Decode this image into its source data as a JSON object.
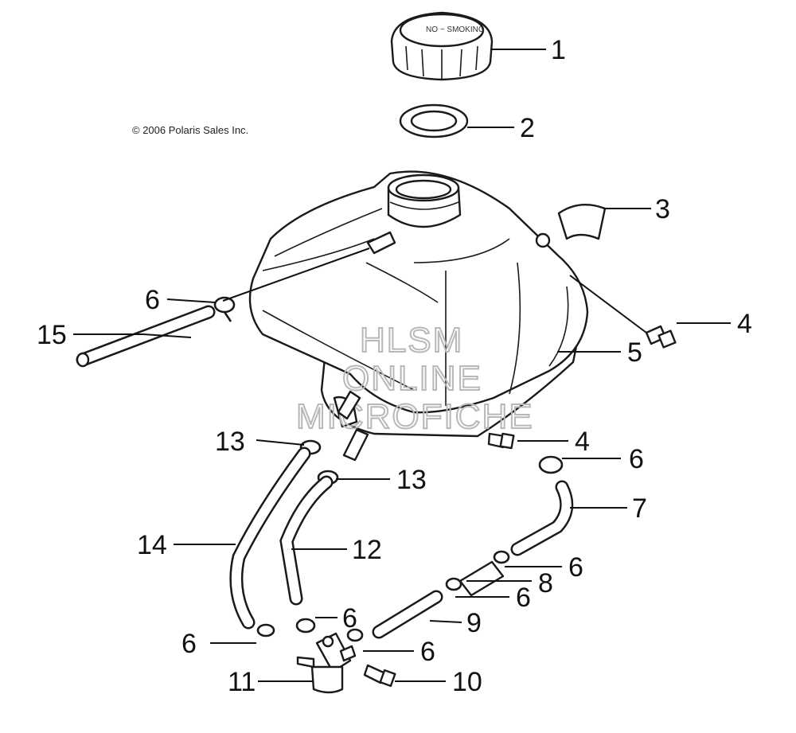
{
  "copyright": "© 2006 Polaris Sales Inc.",
  "watermark": [
    "HLSM",
    "ONLINE",
    "MICROFICHE"
  ],
  "callouts": [
    {
      "id": "c1",
      "label": "1"
    },
    {
      "id": "c2",
      "label": "2"
    },
    {
      "id": "c3",
      "label": "3"
    },
    {
      "id": "c4a",
      "label": "4"
    },
    {
      "id": "c5",
      "label": "5"
    },
    {
      "id": "c6a",
      "label": "6"
    },
    {
      "id": "c15",
      "label": "15"
    },
    {
      "id": "c13a",
      "label": "13"
    },
    {
      "id": "c4b",
      "label": "4"
    },
    {
      "id": "c6b",
      "label": "6"
    },
    {
      "id": "c13b",
      "label": "13"
    },
    {
      "id": "c7",
      "label": "7"
    },
    {
      "id": "c14",
      "label": "14"
    },
    {
      "id": "c12",
      "label": "12"
    },
    {
      "id": "c6c",
      "label": "6"
    },
    {
      "id": "c8",
      "label": "8"
    },
    {
      "id": "c6d",
      "label": "6"
    },
    {
      "id": "c6e",
      "label": "6"
    },
    {
      "id": "c9",
      "label": "9"
    },
    {
      "id": "c6f",
      "label": "6"
    },
    {
      "id": "c6g",
      "label": "6"
    },
    {
      "id": "c11",
      "label": "11"
    },
    {
      "id": "c10",
      "label": "10"
    }
  ]
}
